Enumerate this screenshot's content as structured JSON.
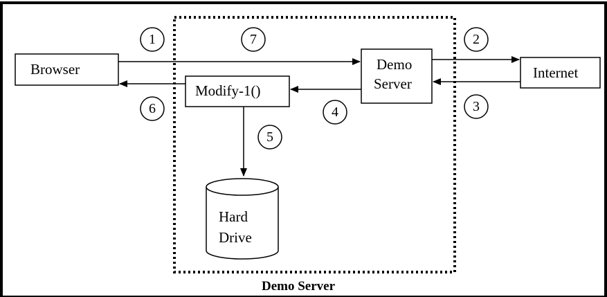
{
  "nodes": {
    "browser": "Browser",
    "demo_server_line1": "Demo",
    "demo_server_line2": "Server",
    "internet": "Internet",
    "modify": "Modify-1()",
    "hard_drive_line1": "Hard",
    "hard_drive_line2": "Drive"
  },
  "steps": [
    "1",
    "2",
    "3",
    "4",
    "5",
    "6",
    "7"
  ],
  "caption": "Demo Server"
}
